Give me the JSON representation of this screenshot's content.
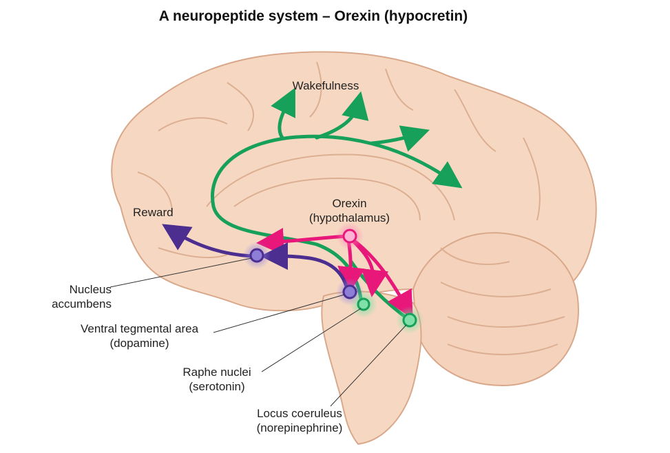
{
  "title": "A neuropeptide system – Orexin (hypocretin)",
  "labels": {
    "wakefulness": "Wakefulness",
    "reward": "Reward",
    "orexin_line1": "Orexin",
    "orexin_line2": "(hypothalamus)",
    "nucleus_accumbens_line1": "Nucleus",
    "nucleus_accumbens_line2": "accumbens",
    "vta_line1": "Ventral tegmental area",
    "vta_line2": "(dopamine)",
    "raphe_line1": "Raphe nuclei",
    "raphe_line2": "(serotonin)",
    "lc_line1": "Locus coeruleus",
    "lc_line2": "(norepinephrine)"
  },
  "colors": {
    "brain_fill": "#f6d8c2",
    "brain_outline": "#d9a88a",
    "orexin_pink": "#e8187a",
    "dopamine_purple": "#4b2e8f",
    "wake_green": "#16a05a"
  }
}
